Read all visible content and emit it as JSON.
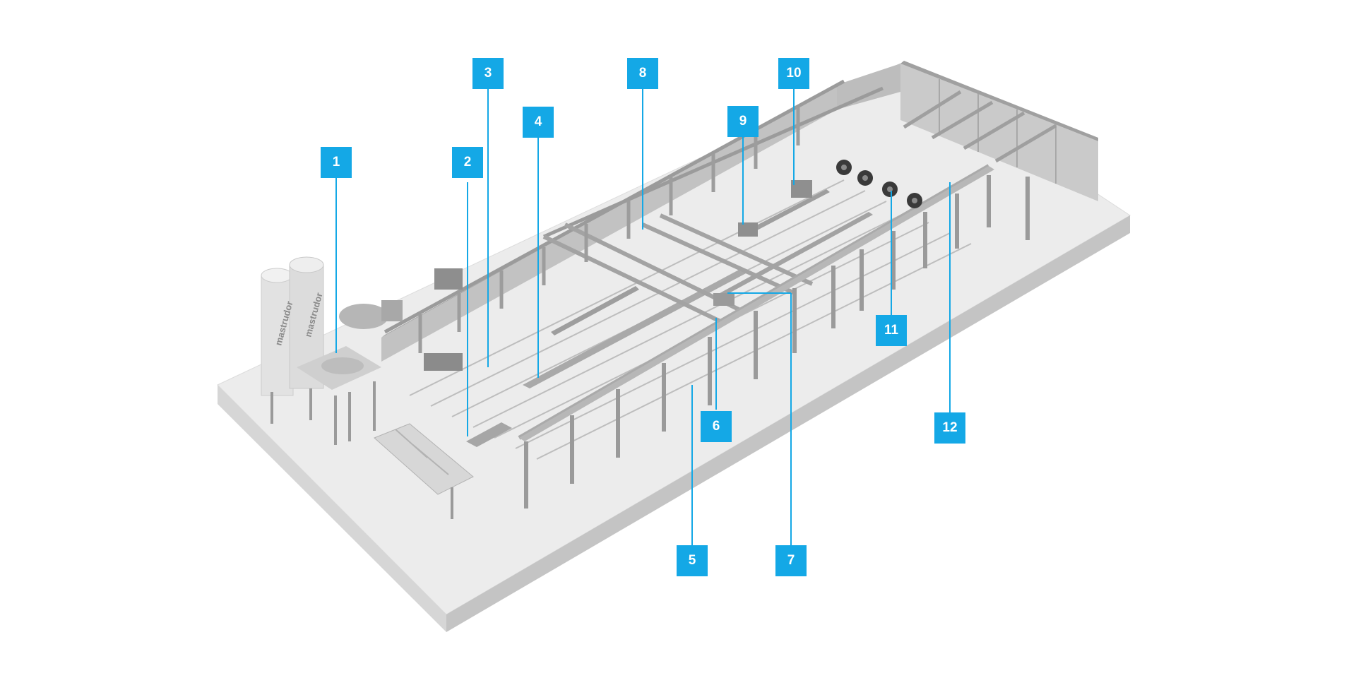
{
  "callouts": {
    "c1": "1",
    "c2": "2",
    "c3": "3",
    "c4": "4",
    "c5": "5",
    "c6": "6",
    "c7": "7",
    "c8": "8",
    "c9": "9",
    "c10": "10",
    "c11": "11",
    "c12": "12"
  },
  "silo_branding": {
    "left": "mastrudor",
    "right": "mastrudor"
  },
  "colors": {
    "callout_fill": "#14a8e6",
    "callout_text": "#ffffff",
    "floor_top": "#e9e9e9",
    "floor_side": "#cfcfcf",
    "wall": "#b9b9b9",
    "steel": "#9a9a9a"
  }
}
